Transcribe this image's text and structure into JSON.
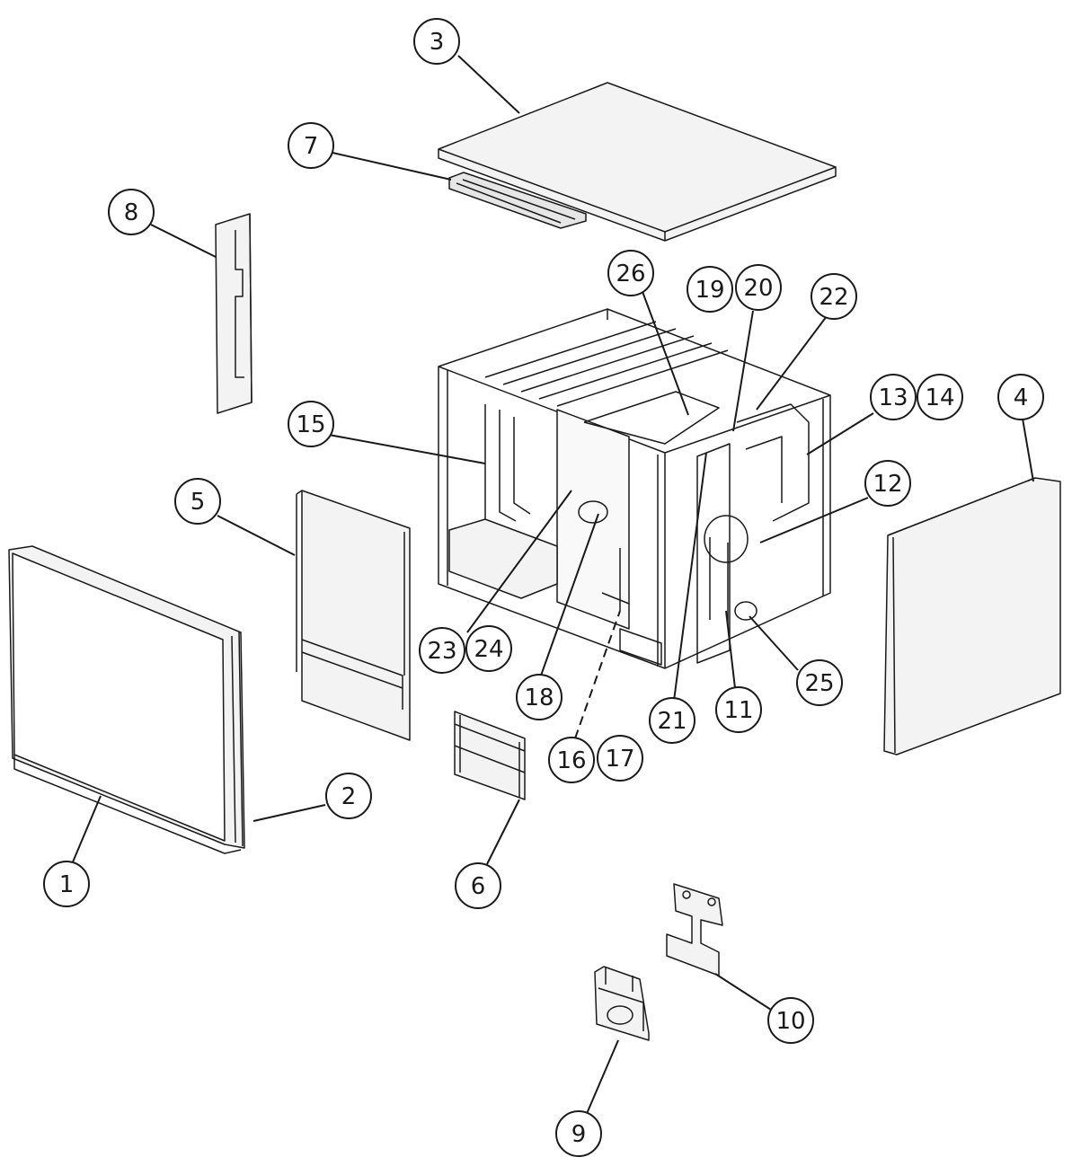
{
  "diagram": {
    "type": "exploded-parts-view",
    "colors": {
      "line": "#1a1a1a",
      "panel_fill": "#f3f3f3",
      "panel_shade": "#d9d9d9",
      "background": "#ffffff"
    },
    "callouts": [
      {
        "id": "c1",
        "label": "1"
      },
      {
        "id": "c2",
        "label": "2"
      },
      {
        "id": "c3",
        "label": "3"
      },
      {
        "id": "c4",
        "label": "4"
      },
      {
        "id": "c5",
        "label": "5"
      },
      {
        "id": "c6",
        "label": "6"
      },
      {
        "id": "c7",
        "label": "7"
      },
      {
        "id": "c8",
        "label": "8"
      },
      {
        "id": "c9",
        "label": "9"
      },
      {
        "id": "c10",
        "label": "10"
      },
      {
        "id": "c11",
        "label": "11"
      },
      {
        "id": "c12",
        "label": "12"
      },
      {
        "id": "c13",
        "label": "13"
      },
      {
        "id": "c14",
        "label": "14"
      },
      {
        "id": "c15",
        "label": "15"
      },
      {
        "id": "c16",
        "label": "16"
      },
      {
        "id": "c17",
        "label": "17"
      },
      {
        "id": "c18",
        "label": "18"
      },
      {
        "id": "c19",
        "label": "19"
      },
      {
        "id": "c20",
        "label": "20"
      },
      {
        "id": "c21",
        "label": "21"
      },
      {
        "id": "c22",
        "label": "22"
      },
      {
        "id": "c23",
        "label": "23"
      },
      {
        "id": "c24",
        "label": "24"
      },
      {
        "id": "c25",
        "label": "25"
      },
      {
        "id": "c26",
        "label": "26"
      }
    ]
  }
}
